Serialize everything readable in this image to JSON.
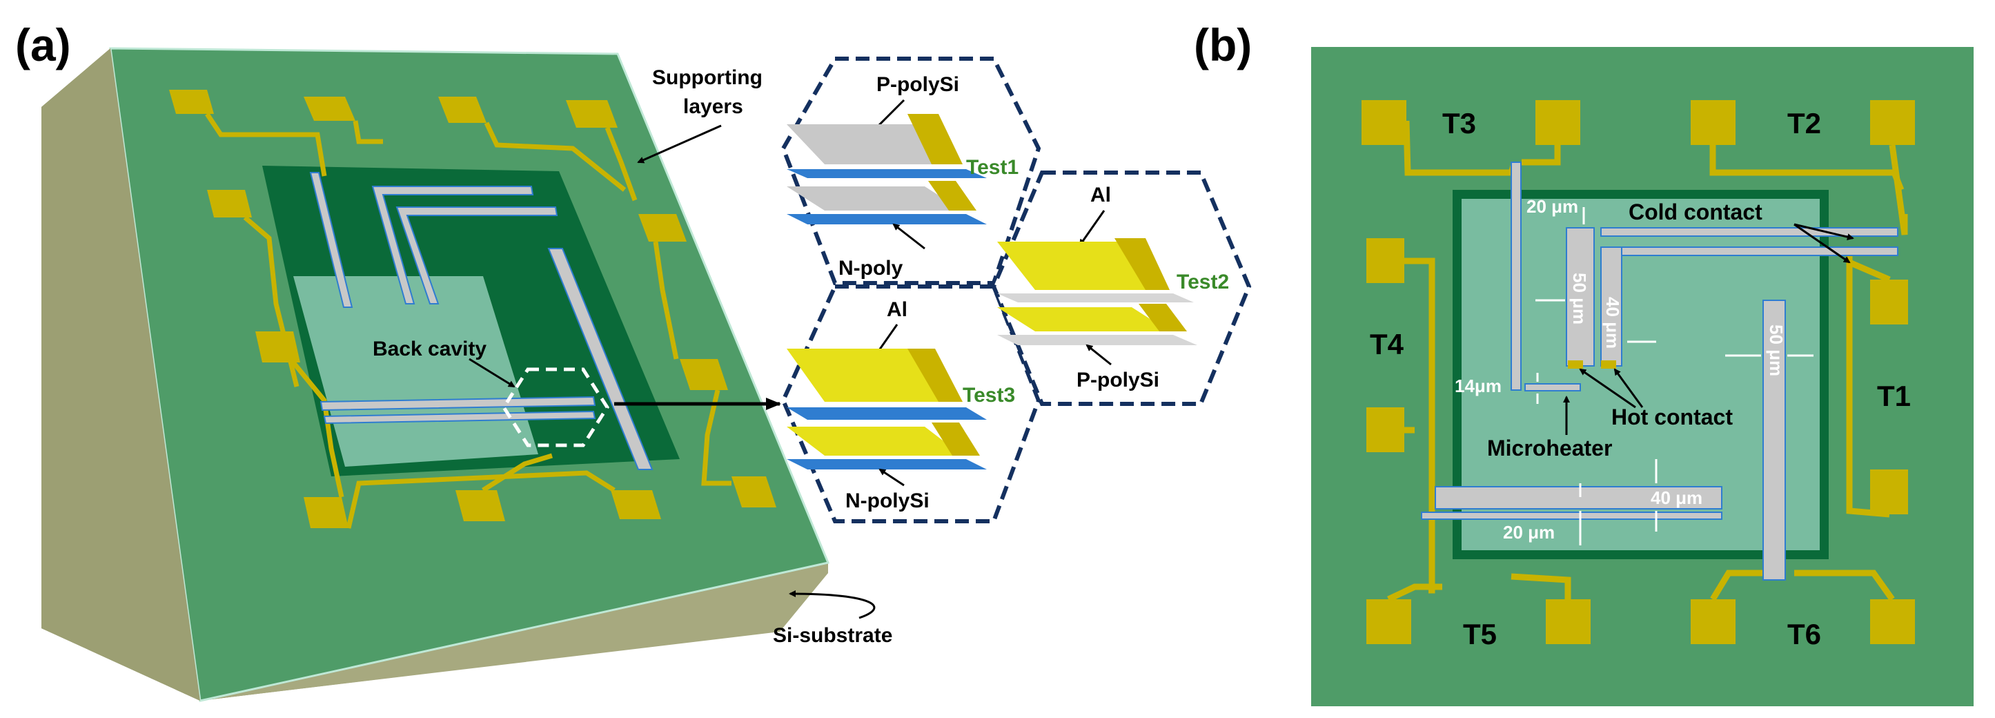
{
  "panel_a": {
    "label": "(a)",
    "supporting_layers": [
      "Supporting",
      "layers"
    ],
    "back_cavity": "Back cavity",
    "si_substrate": "Si-substrate",
    "test1": {
      "name": "Test1",
      "top": "P-polySi",
      "bottom": "N-poly"
    },
    "test2": {
      "name": "Test2",
      "top": "Al",
      "bottom": "P-polySi"
    },
    "test3": {
      "name": "Test3",
      "top": "Al",
      "bottom": "N-polySi"
    }
  },
  "panel_b": {
    "label": "(b)",
    "terminals": {
      "t1": "T1",
      "t2": "T2",
      "t3": "T3",
      "t4": "T4",
      "t5": "T5",
      "t6": "T6"
    },
    "cold_contact": "Cold contact",
    "hot_contact": "Hot contact",
    "microheater": "Microheater",
    "dims": {
      "w20_top": "20 μm",
      "w50_left": "50 μm",
      "w40_mid": "40 μm",
      "w50_right": "50 μm",
      "w14": "14μm",
      "w40_bottom": "40 μm",
      "w20_bottom": "20 μm"
    }
  },
  "colors": {
    "green_substrate": "#4f9c68",
    "dark_green": "#0a6a39",
    "light_cavity": "#79bca0",
    "gold": "#c9b300",
    "silver": "#c8c8c8",
    "blue": "#2f7dd0",
    "navy_dashed": "#14305f",
    "label_green": "#3a8a2a"
  }
}
